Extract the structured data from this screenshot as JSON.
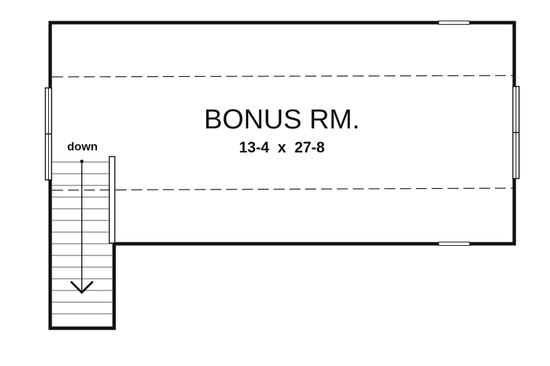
{
  "room": {
    "name": "BONUS RM.",
    "dimensions": "13-4  x  27-8"
  },
  "stair": {
    "direction_label": "down"
  },
  "colors": {
    "ink": "#111111",
    "paper": "#ffffff"
  }
}
